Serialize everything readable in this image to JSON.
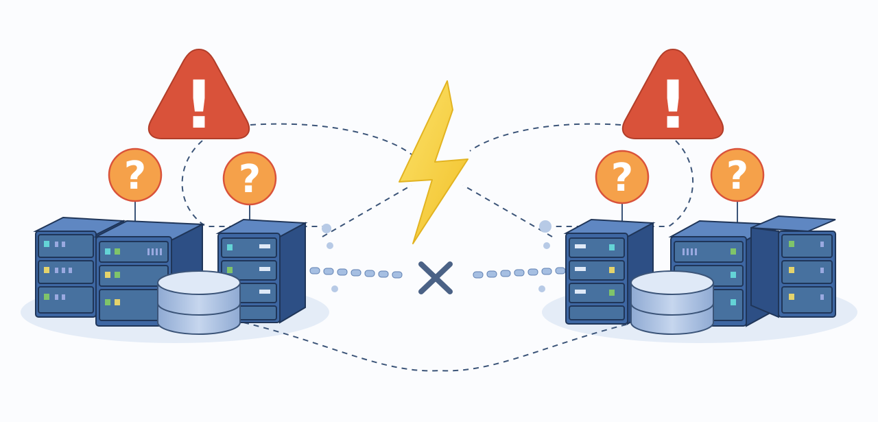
{
  "diagram": {
    "colors": {
      "background": "#fbfcfe",
      "server_body": "#3e67a3",
      "server_dark": "#243e6a",
      "server_top": "#5f87c2",
      "server_outline": "#1f3558",
      "led_cyan": "#64d3d6",
      "led_green": "#7fc46a",
      "led_yellow": "#e4d36c",
      "led_lilac": "#9aa9e0",
      "disk_top": "#dfe9f7",
      "disk_side": "#9db7dc",
      "dashed_line": "#3b5478",
      "warning_red": "#d9523a",
      "question_orange": "#f5a14a",
      "bolt_yellow": "#f8d33b",
      "cross_slate": "#4b6286",
      "link_dots": "#a6bfe2",
      "ground_shadow": "#e4ecf7"
    },
    "icons": {
      "warning": "warning-triangle-icon",
      "question": "question-mark-icon",
      "bolt": "lightning-bolt-icon",
      "broken_link": "cross-icon",
      "server": "server-rack-icon",
      "storage": "database-disk-icon"
    },
    "glyphs": {
      "warning": "!",
      "question": "?",
      "cross": "×"
    },
    "clusters": [
      {
        "id": "left",
        "warnings": 1,
        "questions": 2,
        "racks": 3,
        "disks": 1
      },
      {
        "id": "right",
        "warnings": 1,
        "questions": 2,
        "racks": 3,
        "disks": 1
      }
    ]
  }
}
